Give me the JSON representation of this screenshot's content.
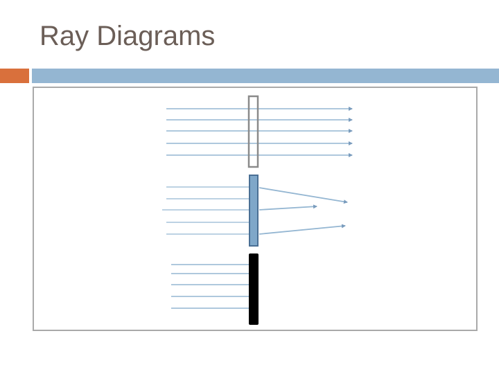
{
  "slide": {
    "title": "Ray Diagrams"
  },
  "colors": {
    "title_text": "#6b5e57",
    "accent_orange": "#d9703c",
    "accent_blue": "#94b6d2",
    "frame_border": "#a9a9a9",
    "ray": "#94b6d2",
    "transparent_block_stroke": "#8a8a8a",
    "translucent_block_fill": "#7fa7c9",
    "translucent_block_stroke": "#4a6f94",
    "opaque_block_fill": "#000000"
  },
  "diagram": {
    "panels": [
      {
        "id": "transparent",
        "block_style": "outline",
        "rays_in": 5,
        "rays_out": 5,
        "behavior": "pass-through"
      },
      {
        "id": "translucent",
        "block_style": "blue-fill",
        "rays_in": 5,
        "rays_out": 3,
        "behavior": "scattered"
      },
      {
        "id": "opaque",
        "block_style": "black-fill",
        "rays_in": 5,
        "rays_out": 0,
        "behavior": "blocked"
      }
    ]
  }
}
